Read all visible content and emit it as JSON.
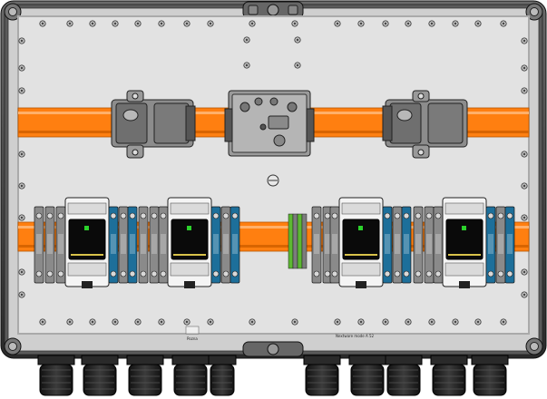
{
  "diagram": {
    "labels": {
      "left_mark": "Pozna",
      "right_mark": "Nextware mode A 52"
    },
    "colors": {
      "enclosure_frame": "#3a3a3a",
      "panel": "#e2e2e2",
      "din_rail": "#ff7f10",
      "terminal_blue": "#1d6f9a",
      "terminal_grey": "#8a8a8a",
      "terminal_green": "#5cb832",
      "breaker_body": "#f4f4f4",
      "breaker_window": "#0a0a0a",
      "indicator_green": "#2bd12b",
      "gland": "#1a1a1a"
    },
    "components": {
      "top_rail_devices": [
        "fuse-holder-left",
        "junction-block-center",
        "fuse-holder-right"
      ],
      "breakers": [
        "breaker-1",
        "breaker-2",
        "breaker-3",
        "breaker-4"
      ],
      "cable_glands": 10
    }
  }
}
